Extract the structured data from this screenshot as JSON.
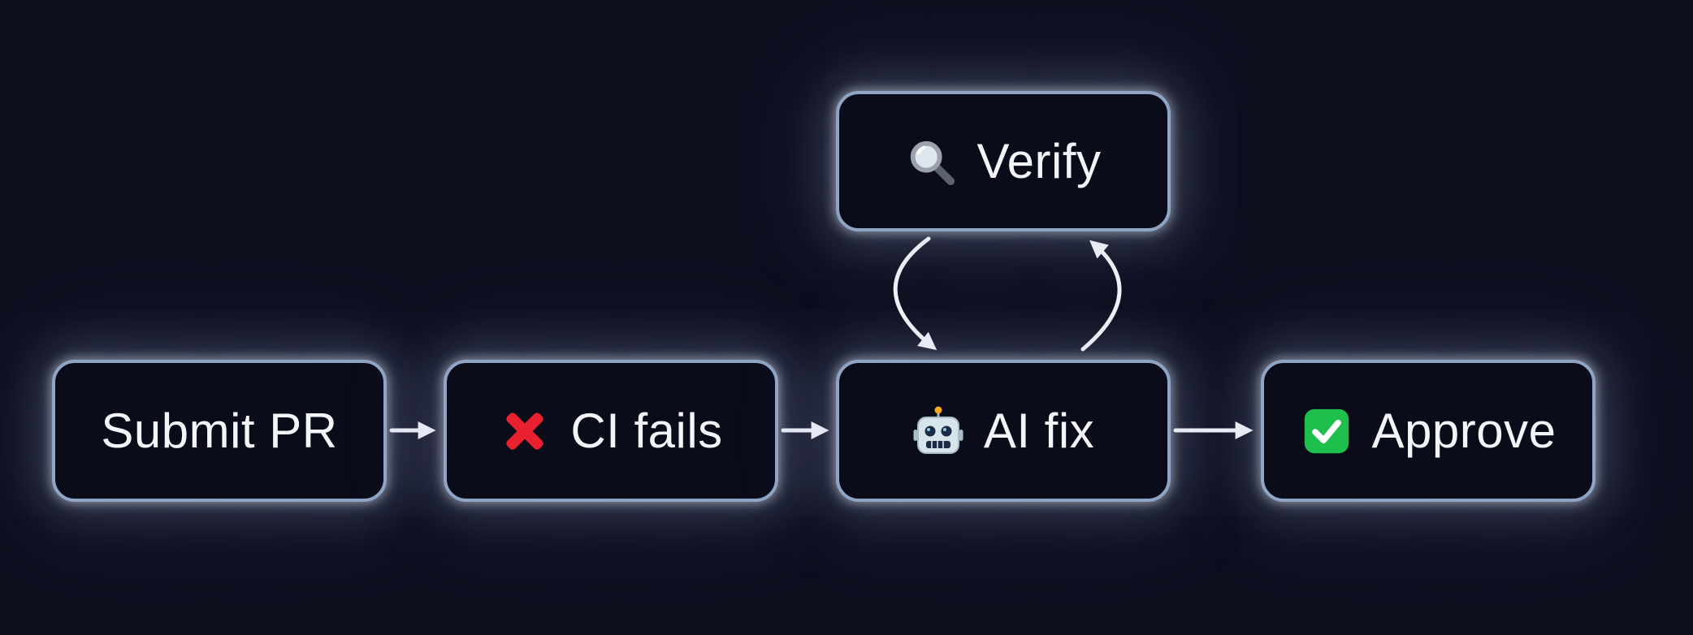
{
  "colors": {
    "background": "#0d0f1f",
    "node_fill": "#0a0c1a",
    "node_border": "#8fa5c6",
    "node_text": "#f4f5f8",
    "arrow": "#f2f3f7",
    "x_red": "#e8202f",
    "check_green": "#1fbf4e",
    "robot_blue": "#d6e4ec",
    "magnifier_gray": "#dfe6ee"
  },
  "diagram": {
    "nodes": [
      {
        "id": "submit-pr",
        "label": "Submit PR",
        "icon": null
      },
      {
        "id": "ci-fails",
        "label": "CI fails",
        "icon": "red-x-icon"
      },
      {
        "id": "ai-fix",
        "label": "AI fix",
        "icon": "robot-icon"
      },
      {
        "id": "approve",
        "label": "Approve",
        "icon": "check-icon"
      },
      {
        "id": "verify",
        "label": "Verify",
        "icon": "magnifier-icon"
      }
    ],
    "edges": [
      {
        "from": "submit-pr",
        "to": "ci-fails"
      },
      {
        "from": "ci-fails",
        "to": "ai-fix"
      },
      {
        "from": "ai-fix",
        "to": "approve"
      },
      {
        "from": "verify",
        "to": "ai-fix"
      },
      {
        "from": "ai-fix",
        "to": "verify"
      }
    ]
  }
}
